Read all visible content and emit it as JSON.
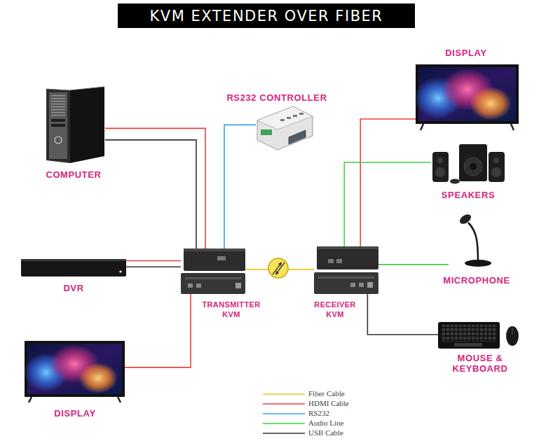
{
  "diagram": {
    "title": "KVM EXTENDER OVER FIBER",
    "nodes": [
      {
        "text": [
          "COMPUTER"
        ]
      },
      {
        "text": [
          "RS232 CONTROLLER"
        ]
      },
      {
        "text": [
          "DISPLAY"
        ]
      },
      {
        "text": [
          "SPEAKERS"
        ]
      },
      {
        "text": [
          "DVR"
        ]
      },
      {
        "text": [
          "TRANSMITTER KVM"
        ]
      },
      {
        "text": [
          "RECEIVER KVM"
        ]
      },
      {
        "text": [
          "MICROPHONE"
        ]
      },
      {
        "text": [
          "DISPLAY"
        ]
      },
      {
        "text": [
          "MOUSE & KEYBOARD"
        ]
      }
    ],
    "edges": [
      {
        "from": 0,
        "to": 5,
        "arrow": "none"
      },
      {
        "from": 0,
        "to": 5,
        "arrow": "none"
      },
      {
        "from": 1,
        "to": 5,
        "arrow": "none"
      },
      {
        "from": 4,
        "to": 5,
        "arrow": "none"
      },
      {
        "from": 4,
        "to": 5,
        "arrow": "none"
      },
      {
        "from": 8,
        "to": 5,
        "arrow": "none"
      },
      {
        "from": 5,
        "to": 6,
        "arrow": "none"
      },
      {
        "from": 6,
        "to": 2,
        "arrow": "none"
      },
      {
        "from": 6,
        "to": 3,
        "arrow": "none"
      },
      {
        "from": 6,
        "to": 7,
        "arrow": "none"
      },
      {
        "from": 6,
        "to": 9,
        "arrow": "none"
      }
    ],
    "legend": [
      {
        "text": "Fiber Cable"
      },
      {
        "text": "HDMI Cable"
      },
      {
        "text": "RS232"
      },
      {
        "text": "Audio Line"
      },
      {
        "text": "USB Cable"
      }
    ]
  }
}
